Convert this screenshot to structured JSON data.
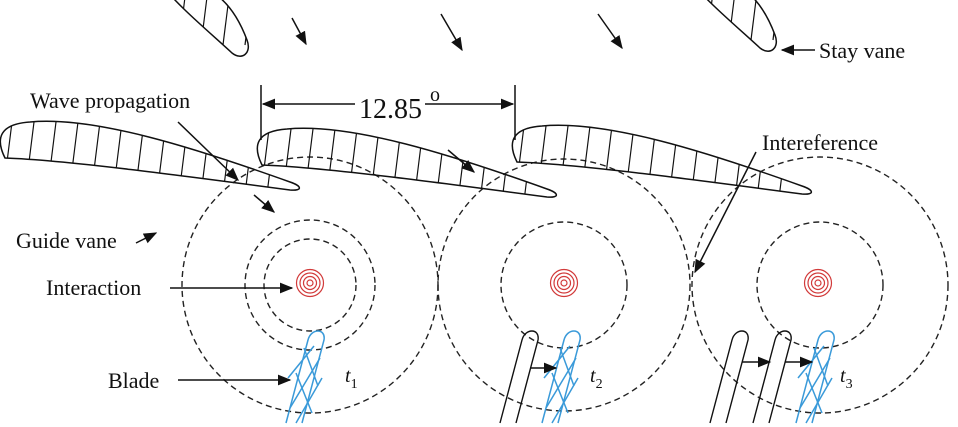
{
  "labels": {
    "stay_vane": "Stay vane",
    "wave_propagation": "Wave propagation",
    "interference": "Intereference",
    "guide_vane": "Guide vane",
    "interaction": "Interaction",
    "blade": "Blade",
    "angle_value": "12.85",
    "angle_unit": "o",
    "t1_base": "t",
    "t1_sub": "1",
    "t2_base": "t",
    "t2_sub": "2",
    "t3_base": "t",
    "t3_sub": "3"
  },
  "colors": {
    "line": "#111111",
    "blade": "#3a9ad9",
    "source": "#d23a3a"
  }
}
